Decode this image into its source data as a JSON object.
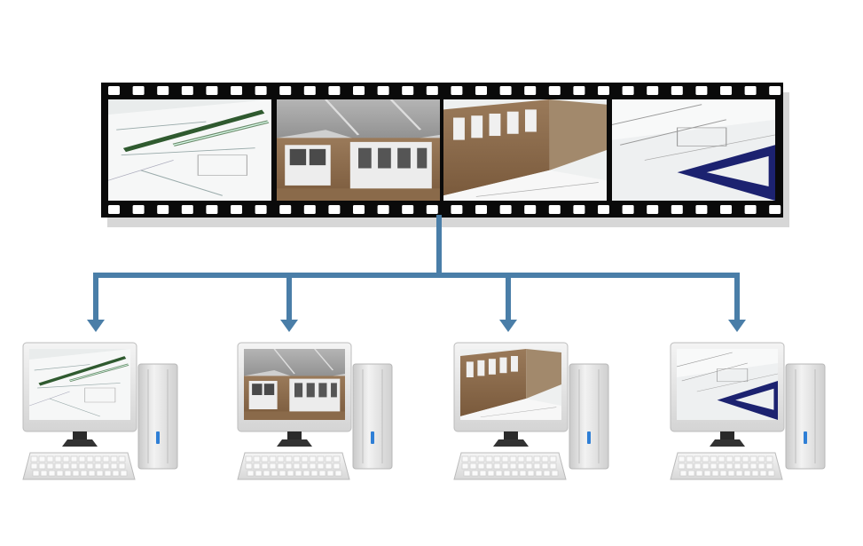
{
  "diagram": {
    "film_strip": {
      "frames": [
        {
          "content": "blueprint-with-pens"
        },
        {
          "content": "house-porch-model"
        },
        {
          "content": "house-wall-on-plans"
        },
        {
          "content": "blueprint-with-triangle"
        }
      ]
    },
    "computers": [
      {
        "screen": "blueprint-with-pens"
      },
      {
        "screen": "house-porch-model"
      },
      {
        "screen": "house-wall-on-plans"
      },
      {
        "screen": "blueprint-with-triangle"
      }
    ],
    "colors": {
      "connector": "#4a7ea8",
      "film": "#0a0a0a",
      "sprocket": "#ffffff",
      "monitor_bezel": "#e2e2e2",
      "pc_case": "#dcdcdc",
      "power_light": "#2f7fd6"
    }
  }
}
